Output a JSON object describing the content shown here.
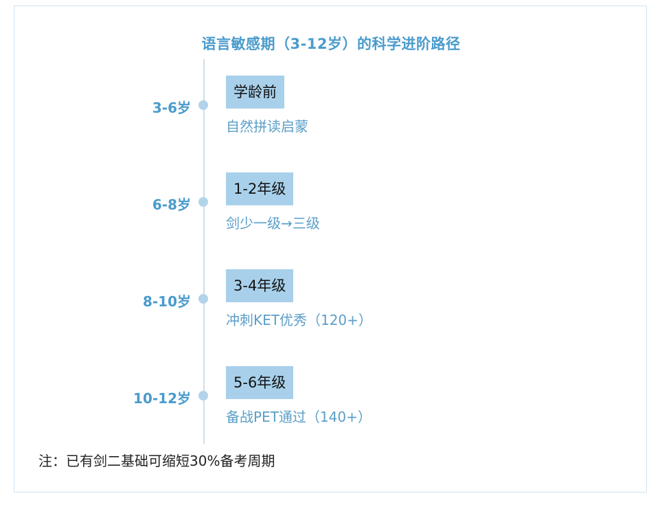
{
  "title": "语言敏感期（3-12岁）的科学进阶路径",
  "stages": [
    {
      "age": "3-6岁",
      "grade": "学龄前",
      "desc": "自然拼读启蒙"
    },
    {
      "age": "6-8岁",
      "grade": "1-2年级",
      "desc": "剑少一级→三级"
    },
    {
      "age": "8-10岁",
      "grade": "3-4年级",
      "desc": "冲刺KET优秀（120+）"
    },
    {
      "age": "10-12岁",
      "grade": "5-6年级",
      "desc": "备战PET通过（140+）"
    }
  ],
  "note": "注：已有剑二基础可缩短30%备考周期",
  "colors": {
    "accent": "#4a9bcc",
    "grade_bg": "#a8d0eb",
    "dot": "#b3d3ea",
    "line": "#cfdde6"
  }
}
